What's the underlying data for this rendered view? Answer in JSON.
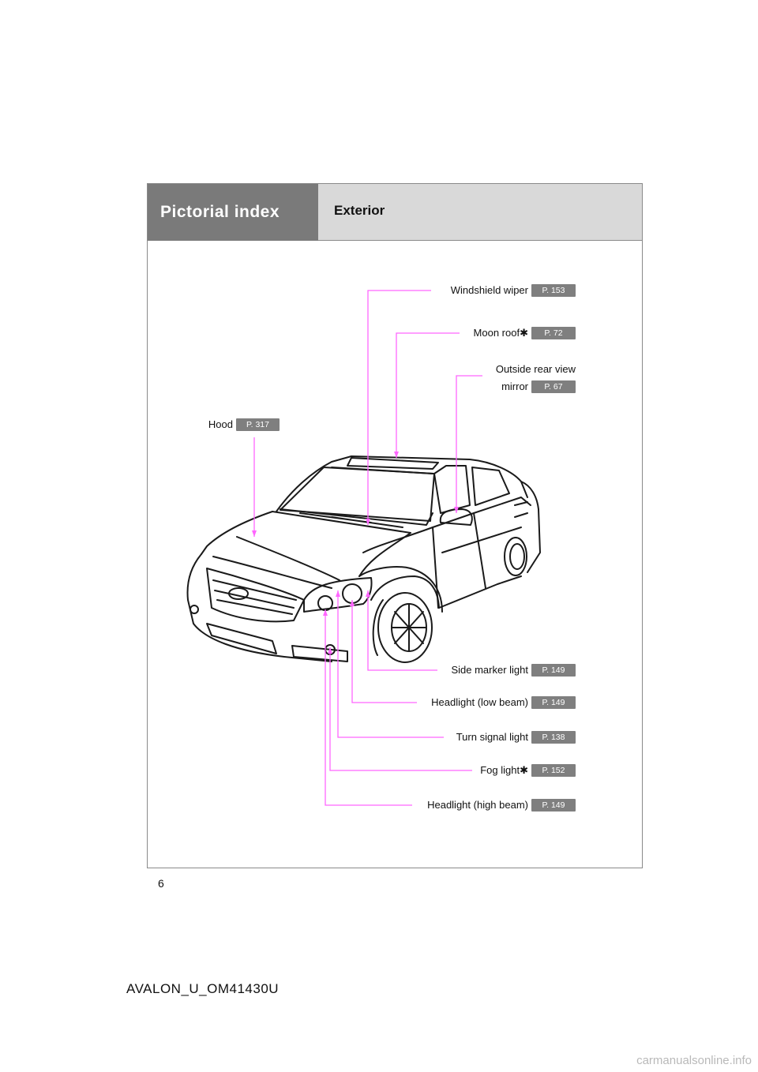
{
  "header": {
    "section": "Pictorial index",
    "subsection": "Exterior"
  },
  "labels": [
    {
      "id": "windshield-wiper",
      "text": "Windshield wiper",
      "page": "P. 153"
    },
    {
      "id": "moon-roof",
      "text": "Moon roof",
      "mark": "✱",
      "page": "P. 72"
    },
    {
      "id": "outside-mirror",
      "line1": "Outside rear view",
      "line2": "mirror",
      "page": "P. 67"
    },
    {
      "id": "hood",
      "text": "Hood",
      "page": "P. 317"
    },
    {
      "id": "side-marker",
      "text": "Side marker light",
      "page": "P. 149"
    },
    {
      "id": "headlight-low",
      "text": "Headlight (low beam)",
      "page": "P. 149"
    },
    {
      "id": "turn-signal",
      "text": "Turn signal light",
      "page": "P. 138"
    },
    {
      "id": "fog-light",
      "text": "Fog light",
      "mark": "✱",
      "page": "P. 152"
    },
    {
      "id": "headlight-high",
      "text": "Headlight (high beam)",
      "page": "P. 149"
    }
  ],
  "footer": {
    "page_number": "6",
    "doc_code": "AVALON_U_OM41430U"
  },
  "watermark": "carmanualsonline.info",
  "colors": {
    "callout_line": "#ff66ff",
    "badge": "#7f7f7f",
    "header_dark": "#7a7a7a",
    "header_light": "#d9d9d9"
  }
}
